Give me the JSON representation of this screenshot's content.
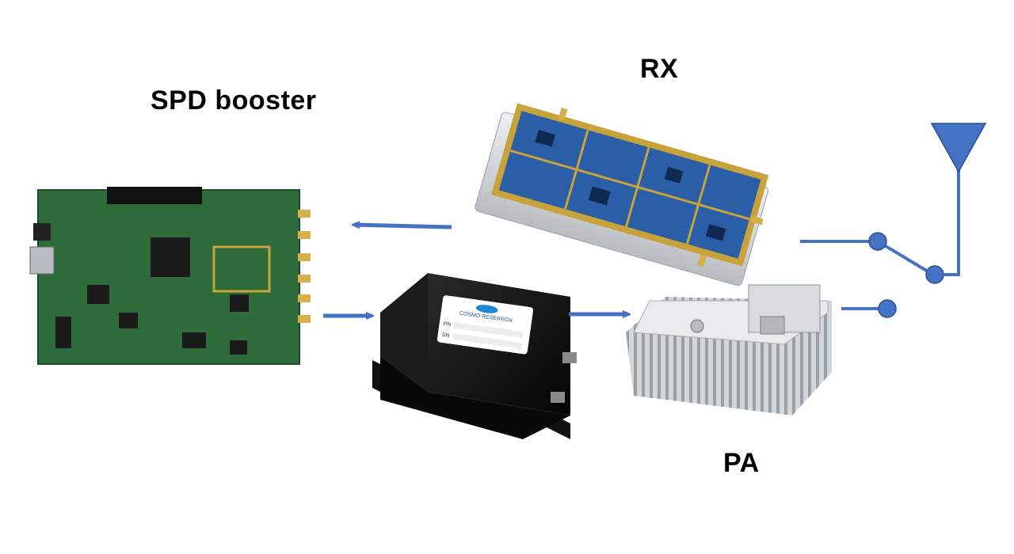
{
  "labels": {
    "spd_booster": "SPD booster",
    "rx": "RX",
    "pa": "PA"
  },
  "box_label": {
    "brand": "COSMO RESEARCH",
    "pn_key": "PN",
    "sn_key": "SN"
  },
  "colors": {
    "connector": "#4472C4",
    "pcb_green": "#2e6b3a",
    "pcb_blue": "#2a5fa8",
    "gold": "#c8a23a",
    "enclosure": "#111111",
    "heatsink": "#c9ccd0"
  }
}
